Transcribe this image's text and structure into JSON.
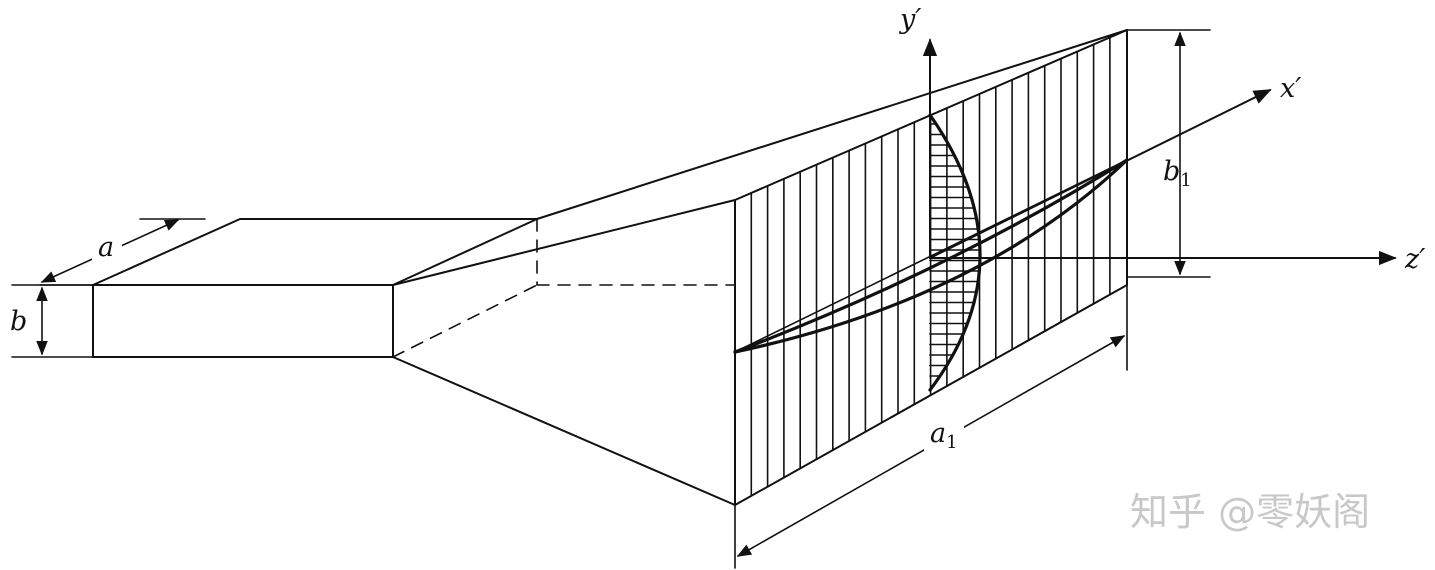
{
  "labels": {
    "a": "a",
    "b": "b",
    "a1_base": "a",
    "a1_sub": "1",
    "b1_base": "b",
    "b1_sub": "1",
    "x_axis": "x′",
    "y_axis": "y′",
    "z_axis": "z′"
  },
  "watermark": "知乎 @零妖阁",
  "colors": {
    "ink": "#111111",
    "paper": "#ffffff",
    "watermark": "#c8c8c8"
  }
}
